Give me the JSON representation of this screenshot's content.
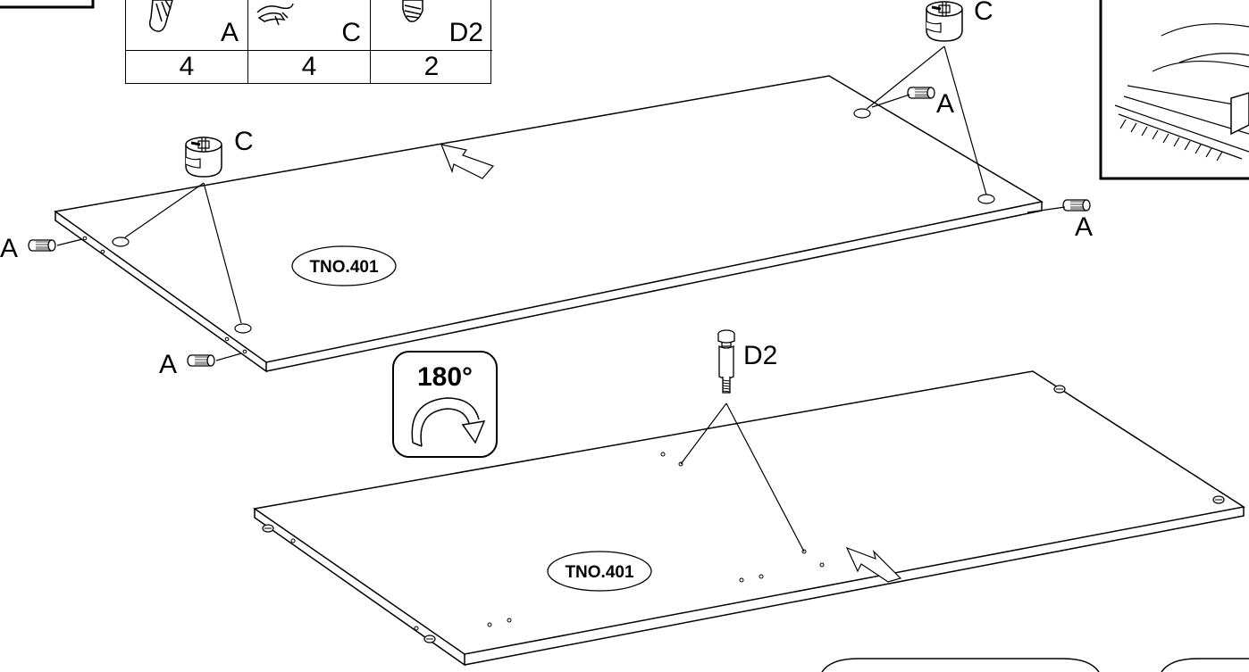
{
  "parts_table": {
    "columns": [
      {
        "code": "A",
        "qty": "4",
        "icon": "wooden-dowel-icon"
      },
      {
        "code": "C",
        "qty": "4",
        "icon": "cam-lock-icon"
      },
      {
        "code": "D2",
        "qty": "2",
        "icon": "cam-bolt-icon"
      }
    ]
  },
  "top_panel": {
    "label": "TNO.401",
    "callouts": {
      "cam_left": "C",
      "cam_right": "C",
      "dowel_left_upper": "A",
      "dowel_left_lower": "A",
      "dowel_right_upper": "A",
      "dowel_right_lower": "A"
    }
  },
  "rotate_badge": {
    "text": "180°",
    "icon": "rotate-arrow-icon"
  },
  "bottom_panel": {
    "label": "TNO.401",
    "callouts": {
      "bolt": "D2"
    }
  }
}
